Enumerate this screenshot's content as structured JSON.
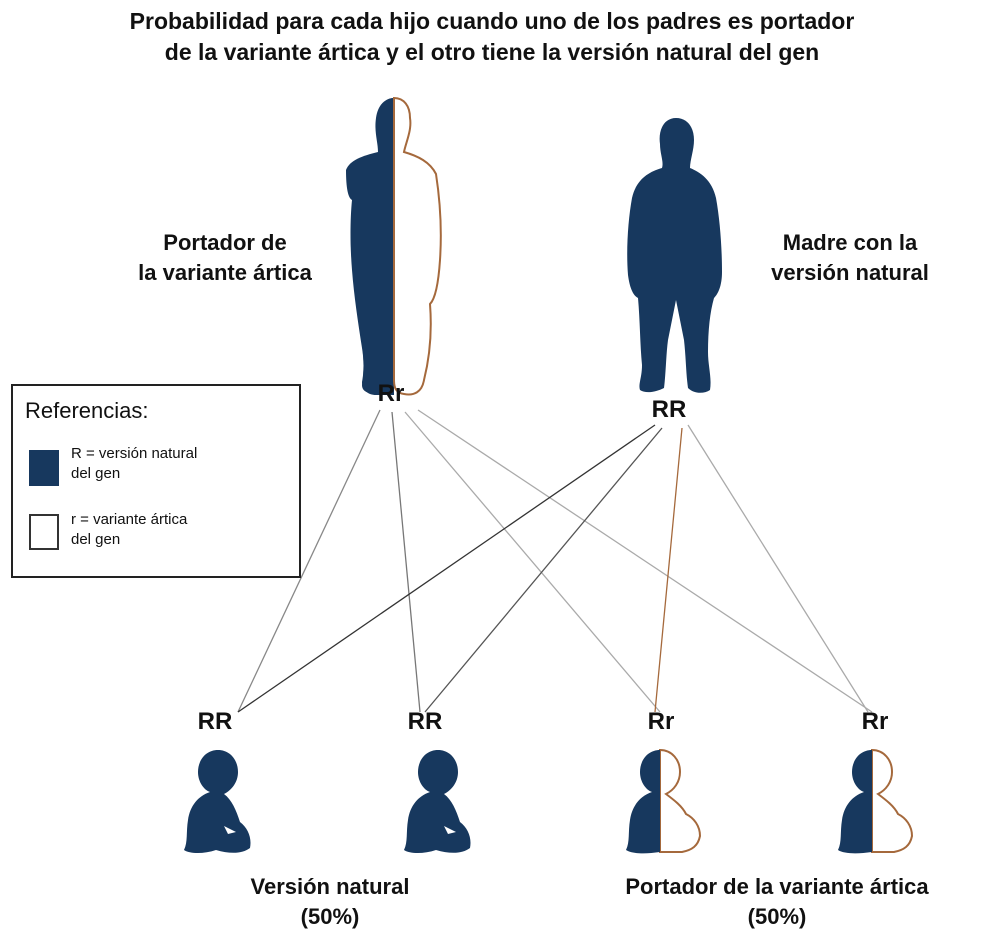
{
  "title": {
    "line1": "Probabilidad para cada hijo cuando uno de los padres es portador",
    "line2": "de la variante ártica y el otro tiene la versión natural del gen"
  },
  "parents": {
    "father_label_1": "Portador de",
    "father_label_2": "la variante ártica",
    "mother_label_1": "Madre con la",
    "mother_label_2": "versión natural",
    "father_genotype": "Rr",
    "mother_genotype": "RR"
  },
  "legend": {
    "title": "Referencias:",
    "item1_line1": "R = versión natural",
    "item1_line2": "del gen",
    "item2_line1": "r = variante ártica",
    "item2_line2": "del gen"
  },
  "children": [
    {
      "genotype": "RR"
    },
    {
      "genotype": "RR"
    },
    {
      "genotype": "Rr"
    },
    {
      "genotype": "Rr"
    }
  ],
  "outcomes": {
    "natural_label": "Versión natural",
    "natural_pct": "(50%)",
    "carrier_label": "Portador de la variante ártica",
    "carrier_pct": "(50%)"
  },
  "colors": {
    "gene_R": "#17385e",
    "gene_r": "#ffffff",
    "outline_r": "#a5693c"
  }
}
